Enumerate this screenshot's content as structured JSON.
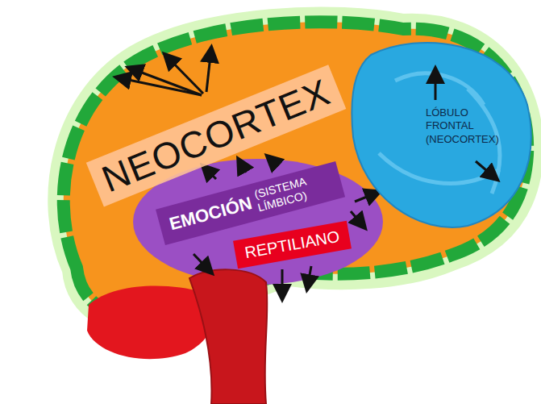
{
  "diagram": {
    "nodes": [
      {
        "text": [
          "NEOCORTEX"
        ]
      },
      {
        "text": [
          "EMOCIÓN",
          "(SISTEMA LÍMBICO)"
        ]
      },
      {
        "text": [
          "REPTILIANO"
        ]
      },
      {
        "text": [
          "LÓBULO FRONTAL (NEOCORTEX)"
        ]
      }
    ]
  }
}
